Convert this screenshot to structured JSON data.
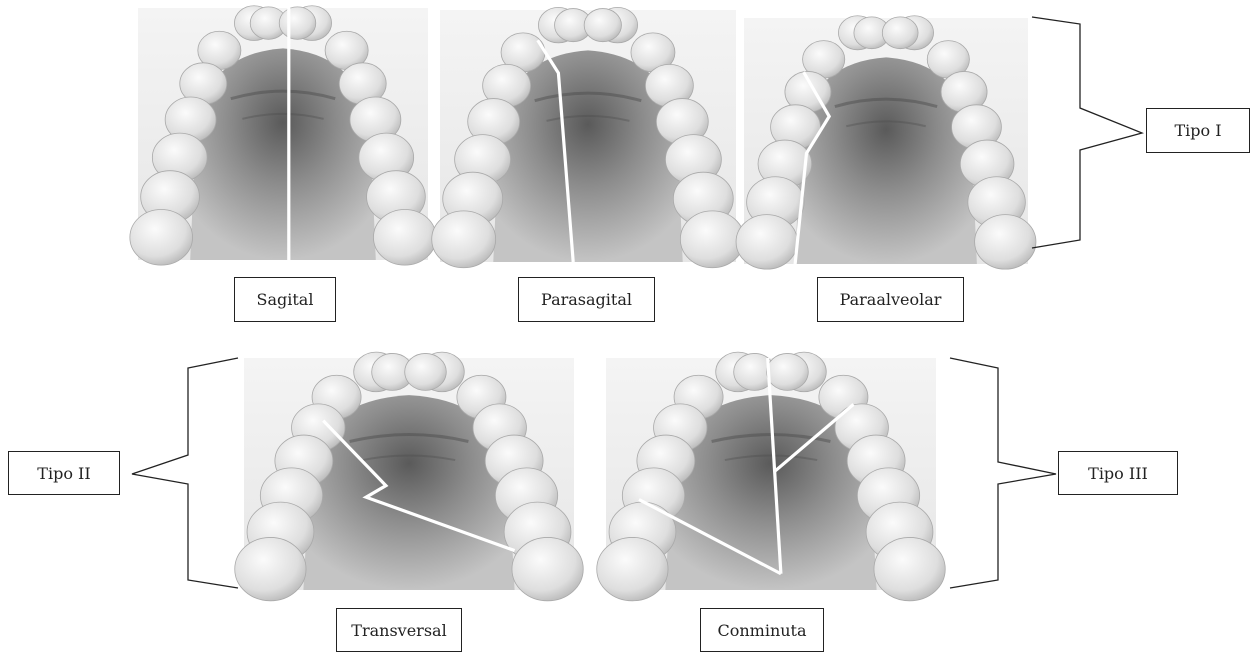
{
  "figure": {
    "panels": [
      {
        "id": "sagital",
        "label": "Sagital",
        "fracture": "sagittal"
      },
      {
        "id": "parasagital",
        "label": "Parasagital",
        "fracture": "parasagittal"
      },
      {
        "id": "paraalveolar",
        "label": "Paraalveolar",
        "fracture": "paraalveolar"
      },
      {
        "id": "transversal",
        "label": "Transversal",
        "fracture": "transverse-zigzag"
      },
      {
        "id": "conminuta",
        "label": "Conminuta",
        "fracture": "comminuted"
      }
    ],
    "groups": [
      {
        "id": "tipo-1",
        "label": "Tipo I",
        "members": [
          "sagital",
          "parasagital",
          "paraalveolar"
        ]
      },
      {
        "id": "tipo-2",
        "label": "Tipo II",
        "members": [
          "transversal"
        ]
      },
      {
        "id": "tipo-3",
        "label": "Tipo III",
        "members": [
          "conminuta"
        ]
      }
    ],
    "colors": {
      "fracture_line": "#ffffff",
      "bracket": "#222222",
      "palate_dark": "#7d7d7d",
      "tooth": "#e9e9e9"
    }
  }
}
